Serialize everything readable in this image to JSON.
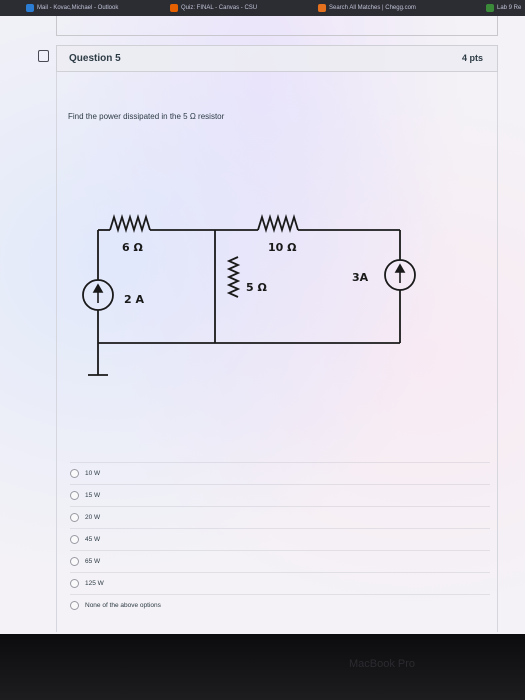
{
  "browser": {
    "tabs": [
      {
        "label": "Mail - Kovac,Michael - Outlook",
        "color": "#2b7cd3"
      },
      {
        "label": "Quiz: FINAL - Canvas - CSU",
        "color": "#e66000"
      },
      {
        "label": "Search All Matches | Chegg.com",
        "color": "#e5711e"
      },
      {
        "label": "Lab 9 Re",
        "color": "#3a8a3a"
      }
    ]
  },
  "question": {
    "title": "Question 5",
    "points": "4 pts",
    "prompt": "Find the power dissipated in the 5 Ω  resistor"
  },
  "circuit": {
    "labels": {
      "r1": "6 Ω",
      "r2": "10 Ω",
      "r3": "5 Ω",
      "source_left": "2 A",
      "source_right": "3A"
    }
  },
  "answers": [
    {
      "label": "10 W"
    },
    {
      "label": "15 W"
    },
    {
      "label": "20 W"
    },
    {
      "label": "45 W"
    },
    {
      "label": "65 W"
    },
    {
      "label": "125 W"
    },
    {
      "label": "None of the above options"
    }
  ],
  "device": {
    "label": "MacBook Pro"
  }
}
